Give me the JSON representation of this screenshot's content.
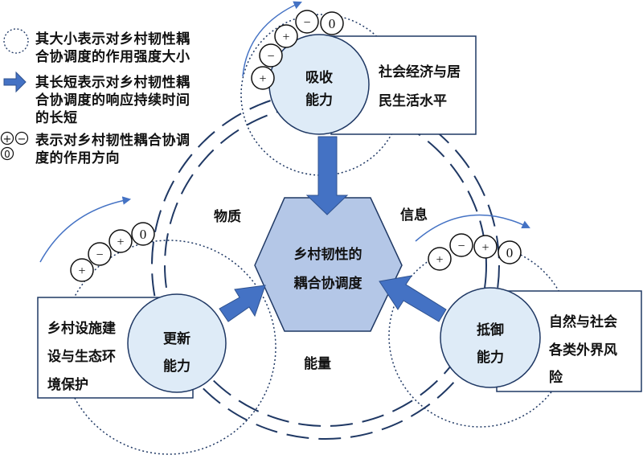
{
  "legend": {
    "items": [
      {
        "icon": "dotted-circle-icon",
        "lines": [
          "其大小表示对乡村韧性耦",
          "合协调度的作用强度大小"
        ]
      },
      {
        "icon": "blue-arrow-icon",
        "lines": [
          "其长短表示对乡村韧性耦",
          "合协调度的响应持续时间",
          "的长短"
        ]
      },
      {
        "icon": "sign-circles-icon",
        "symbols": [
          "+",
          "−",
          "0"
        ],
        "lines": [
          "表示对乡村韧性耦合协调",
          "度的作用方向"
        ]
      }
    ]
  },
  "center": {
    "lines": [
      "乡村韧性的",
      "耦合协调度"
    ]
  },
  "flows": {
    "material": "物质",
    "information": "信息",
    "energy": "能量"
  },
  "capabilities": [
    {
      "id": "absorb",
      "lines": [
        "吸收",
        "能力"
      ],
      "box_lines": [
        "社会经济与居",
        "民生活水平"
      ],
      "signs": [
        "+",
        "−",
        "+",
        "−",
        "0"
      ]
    },
    {
      "id": "renewal",
      "lines": [
        "更新",
        "能力"
      ],
      "box_lines": [
        "乡村设施建",
        "设与生态环",
        "境保护"
      ],
      "signs": [
        "+",
        "−",
        "+",
        "0"
      ]
    },
    {
      "id": "resist",
      "lines": [
        "抵御",
        "能力"
      ],
      "box_lines": [
        "自然与社会",
        "各类外界风",
        "险"
      ],
      "signs": [
        "+",
        "−",
        "+",
        "0"
      ]
    }
  ],
  "colors": {
    "arrow": "#4472c4",
    "arrow_stroke": "#2f528f",
    "hexagon_fill": "#b4c7e7",
    "circle_fill": "#deebf7",
    "line_dark": "#1f3864",
    "rotation_arrow": "#4472c4"
  }
}
